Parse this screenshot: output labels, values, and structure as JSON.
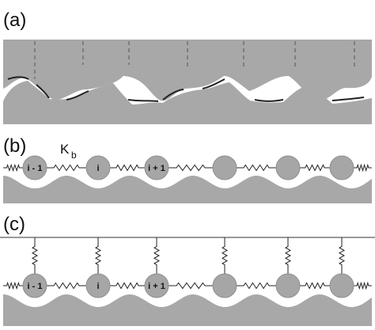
{
  "colors": {
    "substrate": "#a8a8a8",
    "ball": "#a6a6a6",
    "ink": "#222222",
    "dash": "#555555"
  },
  "panels": {
    "a": {
      "label": "(a)"
    },
    "b": {
      "label": "(b)",
      "spring_symbol": "K",
      "spring_subscript": "b",
      "particles": [
        {
          "label": "i - 1"
        },
        {
          "label": "i"
        },
        {
          "label": "i + 1"
        },
        {
          "label": ""
        },
        {
          "label": ""
        },
        {
          "label": ""
        }
      ]
    },
    "c": {
      "label": "(c)",
      "particles": [
        {
          "label": "i - 1"
        },
        {
          "label": "i"
        },
        {
          "label": "i + 1"
        },
        {
          "label": ""
        },
        {
          "label": ""
        },
        {
          "label": ""
        }
      ]
    }
  }
}
